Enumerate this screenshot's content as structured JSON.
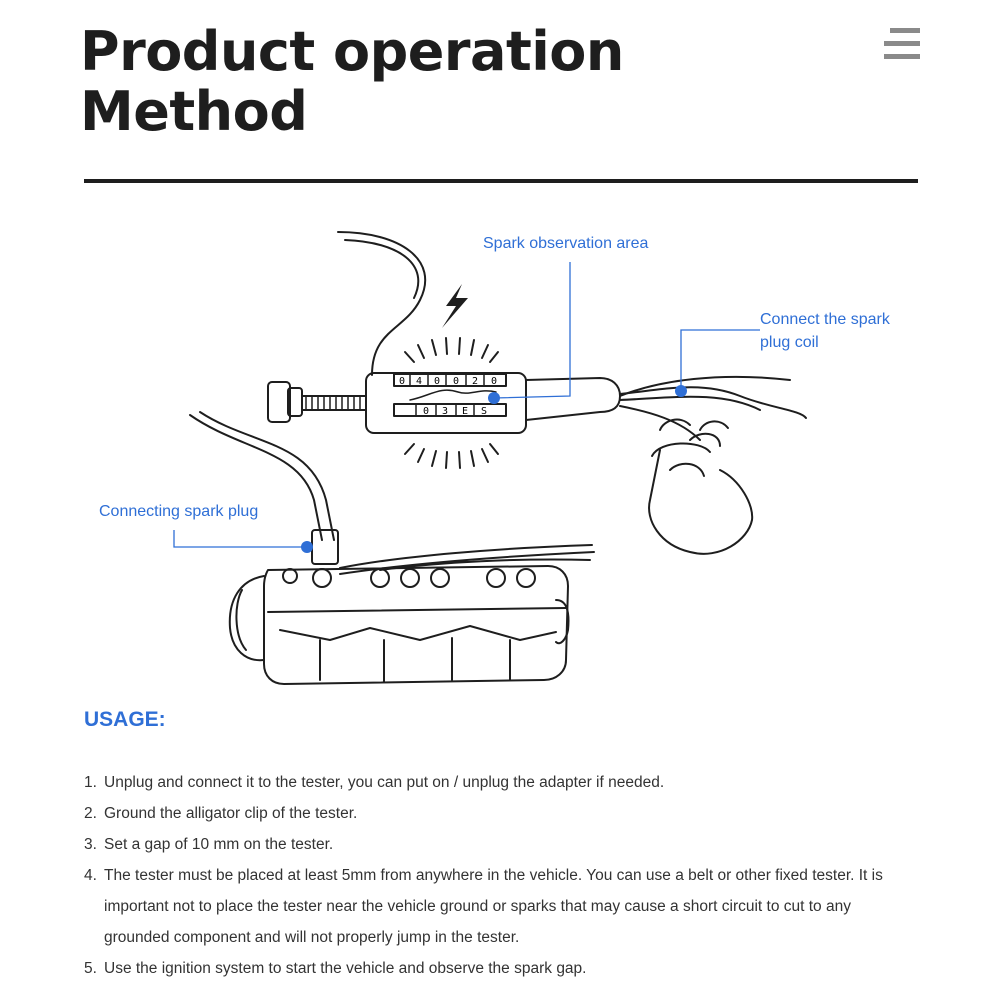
{
  "header": {
    "title_line1": "Product operation",
    "title_line2": "Method",
    "menu_icon": "hamburger-menu-icon"
  },
  "diagram": {
    "labels": {
      "spark_observation": "Spark observation area",
      "coil_line1": "Connect the spark",
      "coil_line2": "plug coil",
      "spark_plug": "Connecting spark plug"
    },
    "dial_top": [
      "0",
      "4",
      "0",
      "0",
      "2",
      "0"
    ],
    "dial_bottom": [
      "S",
      "E",
      "3",
      "0"
    ],
    "accent_color": "#2f6fd6"
  },
  "usage": {
    "title": "USAGE:",
    "steps": [
      {
        "num": "1.",
        "text": "Unplug and connect it to the tester, you can put on / unplug the adapter if needed."
      },
      {
        "num": "2.",
        "text": "Ground the alligator clip of the tester."
      },
      {
        "num": "3.",
        "text": "Set a gap of 10 mm on the tester."
      },
      {
        "num": "4.",
        "text": "The tester must be placed at least 5mm from anywhere in the vehicle. You can use a belt or other fixed tester. It is important not to place the tester near the vehicle ground or sparks that may cause a short circuit to cut to any grounded component and will not properly jump in the tester."
      },
      {
        "num": "5.",
        "text": "Use the ignition system to start the vehicle and observe the spark gap."
      }
    ]
  }
}
